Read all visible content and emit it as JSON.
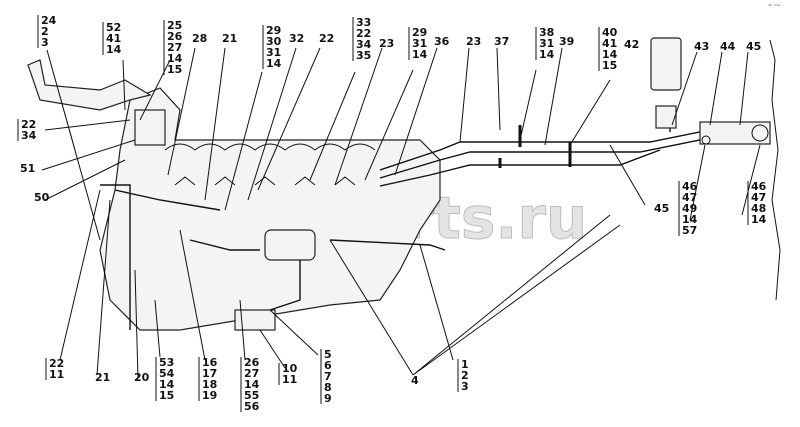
{
  "watermark": "ansat-parts.ru",
  "corner_mark": "ᵈᵇ ⁿᵒʷ",
  "labels_top": [
    {
      "id": "t1",
      "lines": [
        "24",
        "2",
        "3"
      ]
    },
    {
      "id": "t2",
      "lines": [
        "52",
        "41",
        "14"
      ]
    },
    {
      "id": "t3",
      "lines": [
        "25",
        "26",
        "27",
        "14",
        "15"
      ]
    },
    {
      "id": "t4",
      "lines": [
        "28"
      ]
    },
    {
      "id": "t5",
      "lines": [
        "21"
      ]
    },
    {
      "id": "t6",
      "lines": [
        "29",
        "30",
        "31",
        "14"
      ]
    },
    {
      "id": "t7",
      "lines": [
        "32"
      ]
    },
    {
      "id": "t8",
      "lines": [
        "22"
      ]
    },
    {
      "id": "t9",
      "lines": [
        "33",
        "22",
        "34",
        "35"
      ]
    },
    {
      "id": "t10",
      "lines": [
        "23"
      ]
    },
    {
      "id": "t11",
      "lines": [
        "29",
        "31",
        "14"
      ]
    },
    {
      "id": "t12",
      "lines": [
        "36"
      ]
    },
    {
      "id": "t13",
      "lines": [
        "23"
      ]
    },
    {
      "id": "t14",
      "lines": [
        "37"
      ]
    },
    {
      "id": "t15",
      "lines": [
        "38",
        "31",
        "14"
      ]
    },
    {
      "id": "t16",
      "lines": [
        "39"
      ]
    },
    {
      "id": "t17",
      "lines": [
        "40",
        "41",
        "14",
        "15"
      ]
    },
    {
      "id": "t18",
      "lines": [
        "42"
      ]
    },
    {
      "id": "t19",
      "lines": [
        "43"
      ]
    },
    {
      "id": "t20",
      "lines": [
        "44"
      ]
    },
    {
      "id": "t21",
      "lines": [
        "45"
      ]
    }
  ],
  "labels_side": [
    {
      "id": "s1",
      "lines": [
        "22",
        "34"
      ]
    },
    {
      "id": "s2",
      "lines": [
        "51"
      ]
    },
    {
      "id": "s3",
      "lines": [
        "50"
      ]
    },
    {
      "id": "s4",
      "lines": [
        "45"
      ]
    },
    {
      "id": "s5",
      "lines": [
        "46",
        "47",
        "49",
        "14",
        "57"
      ]
    },
    {
      "id": "s6",
      "lines": [
        "46",
        "47",
        "48",
        "14"
      ]
    }
  ],
  "labels_bottom": [
    {
      "id": "b1",
      "lines": [
        "22",
        "11"
      ]
    },
    {
      "id": "b2",
      "lines": [
        "21"
      ]
    },
    {
      "id": "b3",
      "lines": [
        "20"
      ]
    },
    {
      "id": "b4",
      "lines": [
        "53",
        "54",
        "14",
        "15"
      ]
    },
    {
      "id": "b5",
      "lines": [
        "16",
        "17",
        "18",
        "19"
      ]
    },
    {
      "id": "b6",
      "lines": [
        "26",
        "27",
        "14",
        "55",
        "56"
      ]
    },
    {
      "id": "b7",
      "lines": [
        "10",
        "11"
      ]
    },
    {
      "id": "b8",
      "lines": [
        "5",
        "6",
        "7",
        "8",
        "9"
      ]
    },
    {
      "id": "b9",
      "lines": [
        "4"
      ]
    },
    {
      "id": "b10",
      "lines": [
        "1",
        "2",
        "3"
      ]
    }
  ]
}
